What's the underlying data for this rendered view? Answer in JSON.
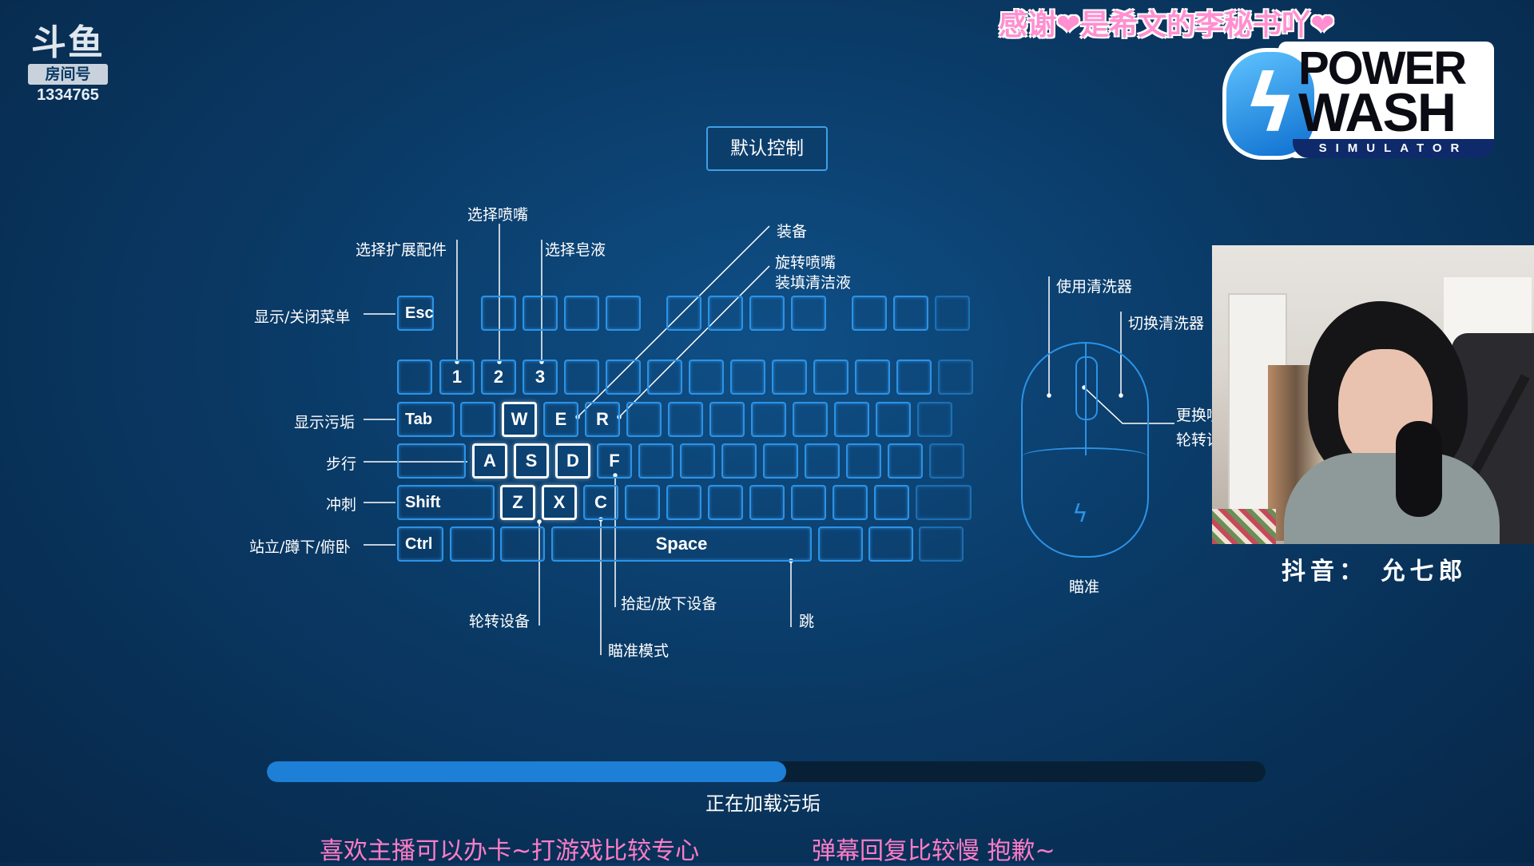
{
  "overlay": {
    "douyu_logo": "斗鱼",
    "room_label": "房间号",
    "room_id": "1334765",
    "banner": "感谢❤是希文的李秘书吖❤",
    "douyin": "抖音： 允七郎",
    "ticker_left": "喜欢主播可以办卡~打游戏比较专心",
    "ticker_right": "弹幕回复比较慢 抱歉~"
  },
  "game_logo": {
    "line1": "POWER",
    "line2": "WASH",
    "line3": "SIMULATOR",
    "icon": "lightning-drop-icon"
  },
  "title": "默认控制",
  "keys": {
    "esc": "Esc",
    "k1": "1",
    "k2": "2",
    "k3": "3",
    "tab": "Tab",
    "w": "W",
    "e": "E",
    "r": "R",
    "a": "A",
    "s": "S",
    "d": "D",
    "f": "F",
    "shift": "Shift",
    "z": "Z",
    "x": "X",
    "c": "C",
    "ctrl": "Ctrl",
    "space": "Space"
  },
  "labels": {
    "toggle_menu": "显示/关闭菜单",
    "select_ext": "选择扩展配件",
    "select_nozzle": "选择喷嘴",
    "select_soap": "选择皂液",
    "equip": "装备",
    "rotate_nozzle": "旋转喷嘴",
    "fill_cleaner": "装填清洁液",
    "show_dirt": "显示污垢",
    "walk": "步行",
    "sprint": "冲刺",
    "stance": "站立/蹲下/俯卧",
    "cycle_equipment": "轮转设备",
    "pickup_drop": "拾起/放下设备",
    "aim_mode": "瞄准模式",
    "jump": "跳",
    "use_washer": "使用清洗器",
    "switch_washer": "切换清洗器",
    "change_partial": "更换喷",
    "cycle_partial": "轮转设",
    "aim": "瞄准"
  },
  "loading": {
    "progress": 0.52,
    "text": "正在加载污垢"
  },
  "colors": {
    "key_border": "#2b93e6",
    "progress_fill": "#1d7fd6",
    "ticker": "#ff7cc7",
    "banner": "#ff8fd0"
  }
}
